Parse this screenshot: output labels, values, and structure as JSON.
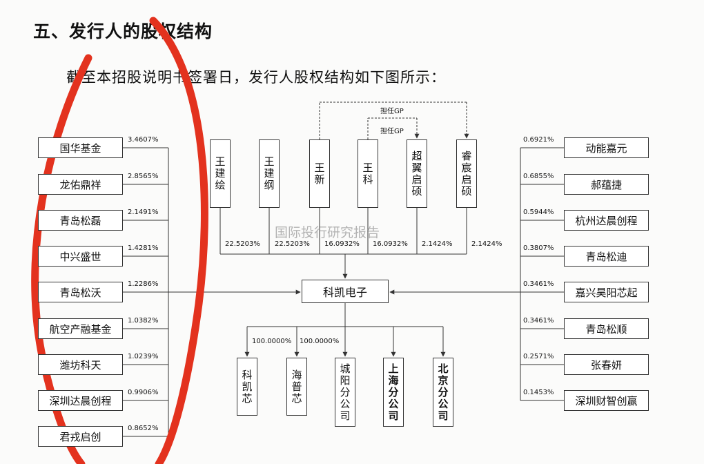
{
  "heading": "五、发行人的股权结构",
  "intro": "截至本招股说明书签署日，发行人股权结构如下图所示：",
  "company": "科凯电子",
  "gp_labels": [
    "担任GP",
    "担任GP"
  ],
  "watermark": "国际投行研究报告",
  "left_shareholders": [
    {
      "name": "国华基金",
      "pct": "3.4607%"
    },
    {
      "name": "龙佑鼎祥",
      "pct": "2.8565%"
    },
    {
      "name": "青岛松磊",
      "pct": "2.1491%"
    },
    {
      "name": "中兴盛世",
      "pct": "1.4281%"
    },
    {
      "name": "青岛松沃",
      "pct": "1.2286%"
    },
    {
      "name": "航空产融基金",
      "pct": "1.0382%"
    },
    {
      "name": "潍坊科天",
      "pct": "1.0239%"
    },
    {
      "name": "深圳达晨创程",
      "pct": "0.9906%"
    },
    {
      "name": "君戎启创",
      "pct": "0.8652%"
    }
  ],
  "right_shareholders": [
    {
      "name": "动能嘉元",
      "pct": "0.6921%"
    },
    {
      "name": "郝蕴捷",
      "pct": "0.6855%"
    },
    {
      "name": "杭州达晨创程",
      "pct": "0.5944%"
    },
    {
      "name": "青岛松迪",
      "pct": "0.3807%"
    },
    {
      "name": "嘉兴昊阳芯起",
      "pct": "0.3461%"
    },
    {
      "name": "青岛松顺",
      "pct": "0.3461%"
    },
    {
      "name": "张春妍",
      "pct": "0.2571%"
    },
    {
      "name": "深圳财智创赢",
      "pct": "0.1453%"
    }
  ],
  "top_shareholders": [
    {
      "name": "王建绘",
      "pct": "22.5203%"
    },
    {
      "name": "王建纲",
      "pct": "22.5203%"
    },
    {
      "name": "王新",
      "pct": "16.0932%"
    },
    {
      "name": "王科",
      "pct": "16.0932%"
    },
    {
      "name": "超翼启硕",
      "pct": "2.1424%"
    },
    {
      "name": "睿宸启硕",
      "pct": "2.1424%"
    }
  ],
  "subsidiaries": [
    {
      "name": "科凯芯",
      "pct": "100.0000%"
    },
    {
      "name": "海普芯",
      "pct": "100.0000%"
    },
    {
      "name": "城阳分公司",
      "pct": ""
    },
    {
      "name": "上海分公司",
      "pct": ""
    },
    {
      "name": "北京分公司",
      "pct": ""
    }
  ]
}
